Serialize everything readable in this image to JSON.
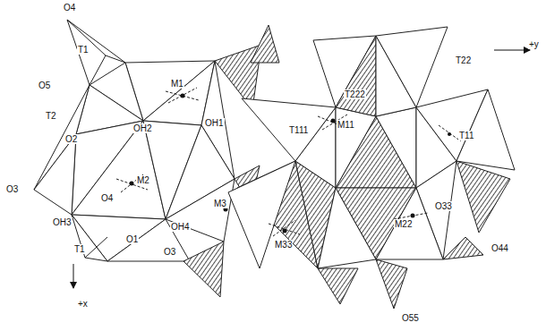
{
  "diagram": {
    "labels": [
      "O4",
      "T1",
      "O5",
      "M1",
      "T2",
      "OH2",
      "OH1",
      "O3",
      "O2",
      "M2",
      "O4",
      "OH3",
      "OH4",
      "M3",
      "O1",
      "T1",
      "O3",
      "+x",
      "T222",
      "T22",
      "+y",
      "M11",
      "T111",
      "T11",
      "M33",
      "M22",
      "O33",
      "O44",
      "O55"
    ]
  }
}
